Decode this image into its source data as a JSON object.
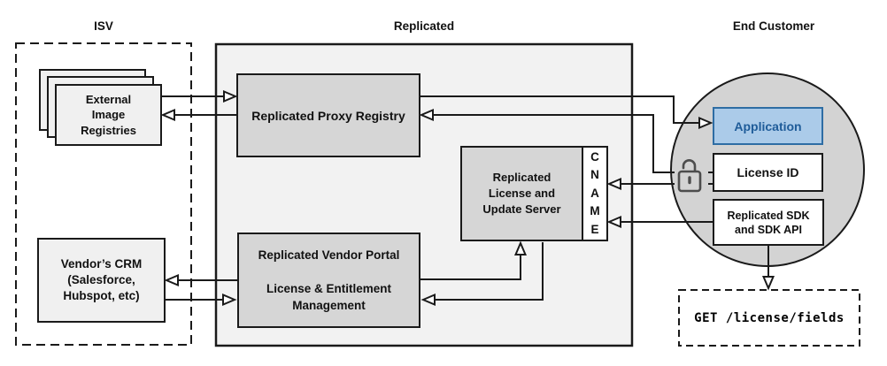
{
  "sections": {
    "isv": {
      "title": "ISV"
    },
    "replicated": {
      "title": "Replicated"
    },
    "end_customer": {
      "title": "End Customer"
    }
  },
  "nodes": {
    "external_registries": {
      "lines": [
        "External",
        "Image",
        "Registries"
      ]
    },
    "vendors_crm": {
      "lines": [
        "Vendor’s CRM",
        "(Salesforce,",
        "Hubspot, etc)"
      ]
    },
    "proxy_registry": {
      "label": "Replicated Proxy Registry"
    },
    "license_update_server": {
      "lines": [
        "Replicated",
        "License and",
        "Update Server"
      ],
      "cname_letters": [
        "C",
        "N",
        "A",
        "M",
        "E"
      ]
    },
    "vendor_portal": {
      "title_line": "Replicated Vendor Portal",
      "lines": [
        "License & Entitlement",
        "Management"
      ]
    },
    "application": {
      "label": "Application"
    },
    "license_id": {
      "label": "License ID"
    },
    "replicated_sdk": {
      "lines": [
        "Replicated SDK",
        "and SDK API"
      ]
    },
    "get_endpoint": {
      "label": "GET /license/fields"
    }
  },
  "icons": {
    "lock": "unlocked-padlock-icon"
  },
  "colors": {
    "accent_blue_border": "#2E6DA4",
    "application_fill": "#ABCBE9",
    "application_text": "#1F5C99",
    "node_gray": "#D6D6D6",
    "container_gray": "#F2F2F2",
    "circle_gray": "#D3D3D3",
    "light_node": "#F0F0F0",
    "line_color": "#1A1A1A"
  }
}
